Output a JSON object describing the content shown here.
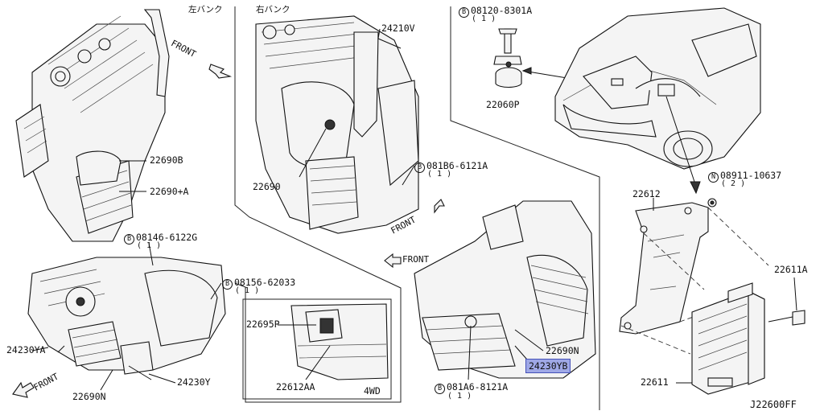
{
  "headers": {
    "left_bank": "左バンク",
    "right_bank": "右バンク"
  },
  "front_labels": {
    "front_1": "FRONT",
    "front_2": "FRONT",
    "front_3": "FRONT",
    "front_4": "FRONT"
  },
  "variant_4wd": "4WD",
  "diagram_code": "J22600FF",
  "callouts": {
    "p24210V": "24210V",
    "p22690B": "22690B",
    "p22690A": "22690+A",
    "p22690": "22690",
    "p08146_ref": "B",
    "p08146": "08146-6122G",
    "p08146_qty": "( 1 )",
    "p08156_ref": "B",
    "p08156": "08156-62033",
    "p08156_qty": "( 1 )",
    "p081B6_ref": "B",
    "p081B6": "081B6-6121A",
    "p081B6_qty": "( 1 )",
    "p08120_ref": "B",
    "p08120": "08120-8301A",
    "p08120_qty": "( 1 )",
    "p22060P": "22060P",
    "p08911_ref": "N",
    "p08911": "08911-10637",
    "p08911_qty": "( 2 )",
    "p22612": "22612",
    "p22611A": "22611A",
    "p22611": "22611",
    "p24230YA": "24230YA",
    "p24230Y": "24230Y",
    "p22690N_left": "22690N",
    "p22695P": "22695P",
    "p22612AA": "22612AA",
    "p22690N_right": "22690N",
    "p24230YB": "24230YB",
    "p081A6_ref": "B",
    "p081A6": "081A6-8121A",
    "p081A6_qty": "( 1 )"
  },
  "highlight_color": "#9fa8e6"
}
